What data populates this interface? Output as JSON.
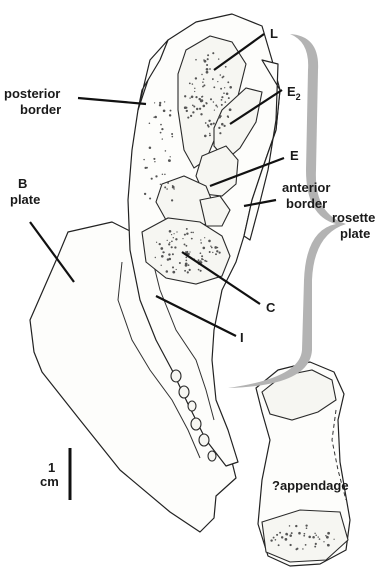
{
  "labels": {
    "L": "L",
    "E2_main": "E",
    "E2_sub": "2",
    "E": "E",
    "posterior_border": [
      "posterior",
      "border"
    ],
    "anterior_border": [
      "anterior",
      "border"
    ],
    "rosette_plate": [
      "rosette",
      "plate"
    ],
    "B_plate": [
      "B",
      "plate"
    ],
    "C": "C",
    "I": "I",
    "scale": [
      "1",
      "cm"
    ],
    "appendage": "?appendage"
  },
  "colors": {
    "ink": "#1a1a1a",
    "brace": "#b3b3b3",
    "paper": "#ffffff"
  }
}
